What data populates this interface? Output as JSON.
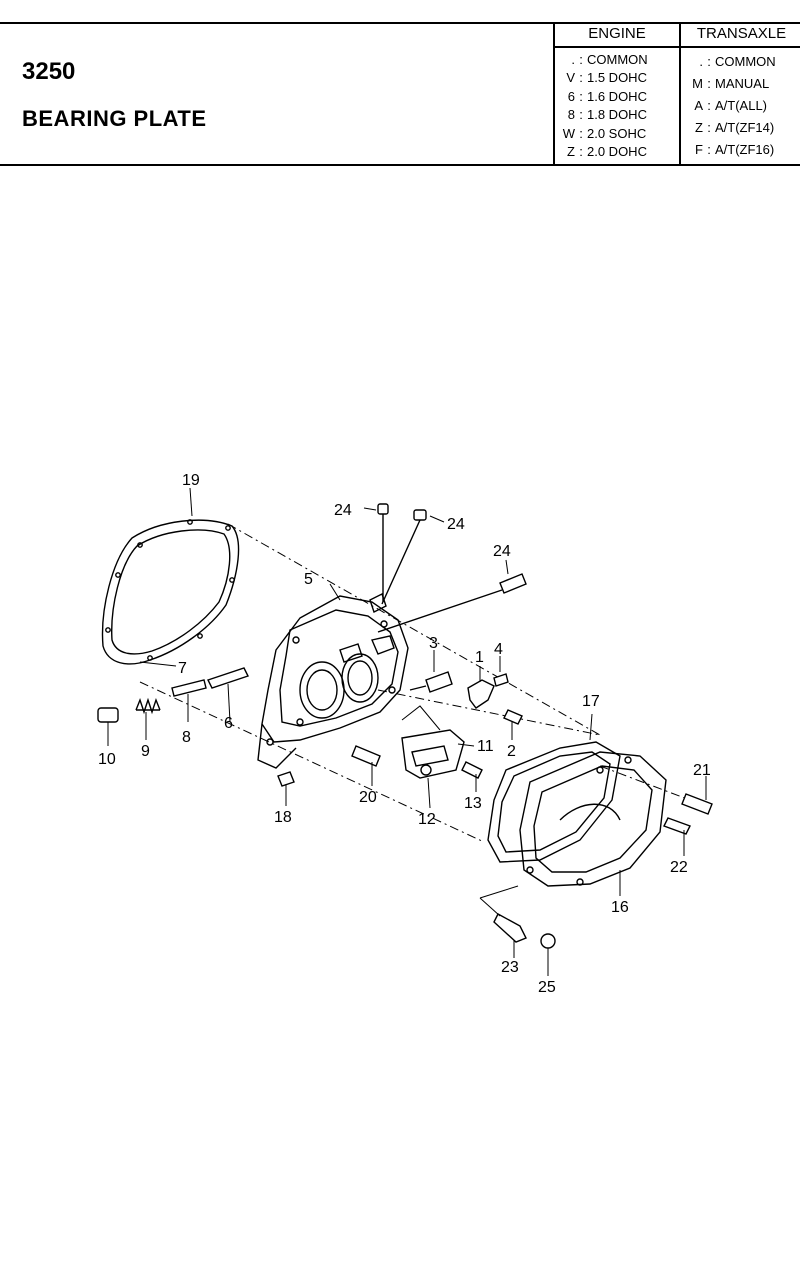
{
  "header": {
    "section_code": "3250",
    "title": "BEARING PLATE"
  },
  "legend": {
    "engine": {
      "heading": "ENGINE",
      "rows": [
        {
          "key": ".",
          "value": "COMMON"
        },
        {
          "key": "V",
          "value": "1.5 DOHC"
        },
        {
          "key": "6",
          "value": "1.6 DOHC"
        },
        {
          "key": "8",
          "value": "1.8 DOHC"
        },
        {
          "key": "W",
          "value": "2.0 SOHC"
        },
        {
          "key": "Z",
          "value": "2.0 DOHC"
        }
      ]
    },
    "transaxle": {
      "heading": "TRANSAXLE",
      "rows": [
        {
          "key": ".",
          "value": "COMMON"
        },
        {
          "key": "M",
          "value": "MANUAL"
        },
        {
          "key": "A",
          "value": "A/T(ALL)"
        },
        {
          "key": "Z",
          "value": "A/T(ZF14)"
        },
        {
          "key": "F",
          "value": "A/T(ZF16)"
        }
      ]
    }
  },
  "callouts": {
    "c1": "1",
    "c2": "2",
    "c3": "3",
    "c4": "4",
    "c5": "5",
    "c6": "6",
    "c7": "7",
    "c8": "8",
    "c9": "9",
    "c10": "10",
    "c11": "11",
    "c12": "12",
    "c13": "13",
    "c16": "16",
    "c17": "17",
    "c18": "18",
    "c19": "19",
    "c20": "20",
    "c21": "21",
    "c22": "22",
    "c23": "23",
    "c24": "24",
    "c25": "25"
  }
}
